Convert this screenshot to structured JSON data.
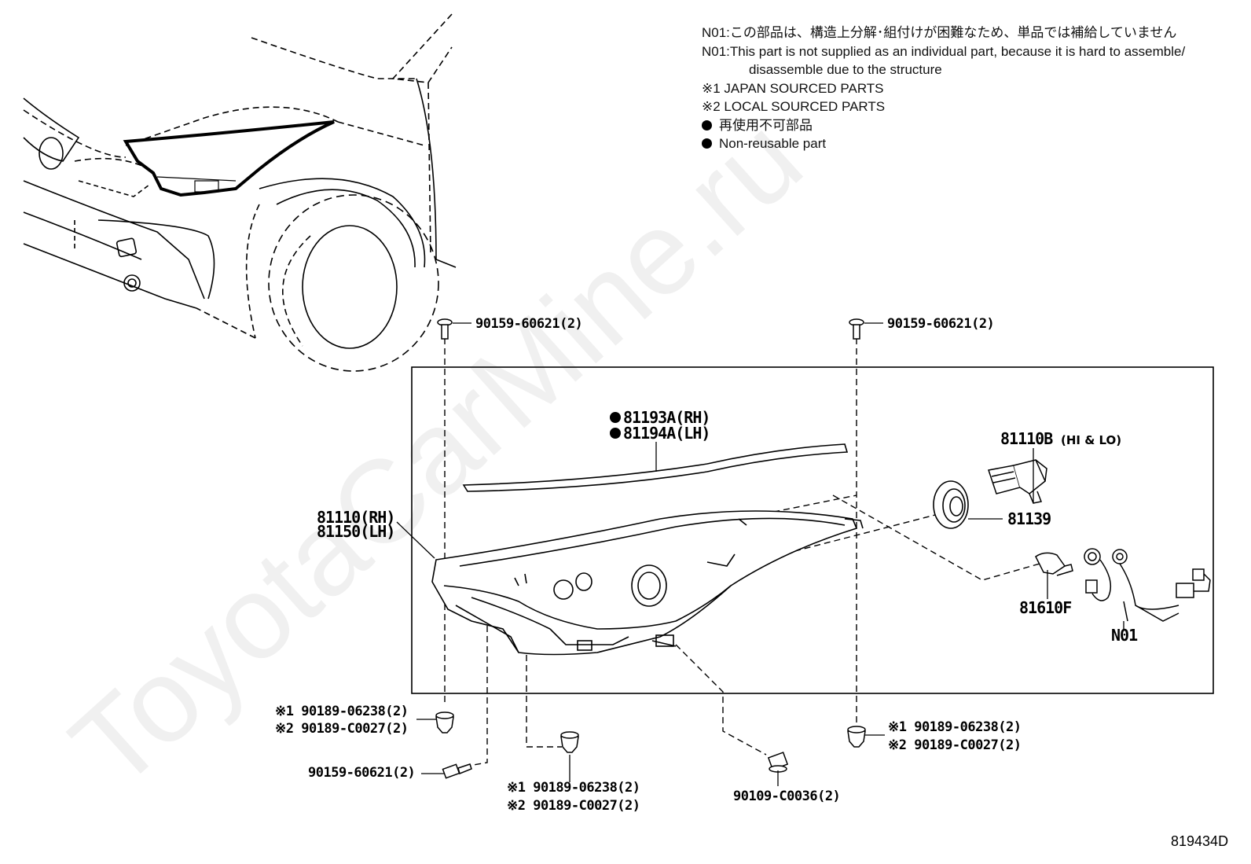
{
  "notes": {
    "n01_jp": "N01:この部品は、構造上分解･組付けが困難なため、単品では補給していません",
    "n01_en_1": "N01:This part is not supplied as an individual part, because it is hard to assemble/",
    "n01_en_2": "disassemble due to the structure",
    "src1": "※1 JAPAN SOURCED PARTS",
    "src2": "※2 LOCAL SOURCED PARTS",
    "nonreuse_jp": "再使用不可部品",
    "nonreuse_en": "Non-reusable part"
  },
  "parts": {
    "screw_top_left": "90159-60621(2)",
    "screw_top_right": "90159-60621(2)",
    "molding_rh": "81193A(RH)",
    "molding_lh": "81194A(LH)",
    "headlamp_rh": "81110(RH)",
    "headlamp_lh": "81150(LH)",
    "bulb_hi_lo": "81110B",
    "bulb_hi_lo_note": "(HI & LO)",
    "cover_81139": "81139",
    "bulb_81610f": "81610F",
    "wiring_n01": "N01",
    "clip_left_1": "※1 90189-06238(2)",
    "clip_left_2": "※2 90189-C0027(2)",
    "screw_bottom_left": "90159-60621(2)",
    "clip_center_1": "※1 90189-06238(2)",
    "clip_center_2": "※2 90189-C0027(2)",
    "bolt_bottom": "90109-C0036(2)",
    "clip_right_1": "※1 90189-06238(2)",
    "clip_right_2": "※2 90189-C0027(2)"
  },
  "watermark": "ToyotaCarMine.ru",
  "diagram_code": "819434D"
}
